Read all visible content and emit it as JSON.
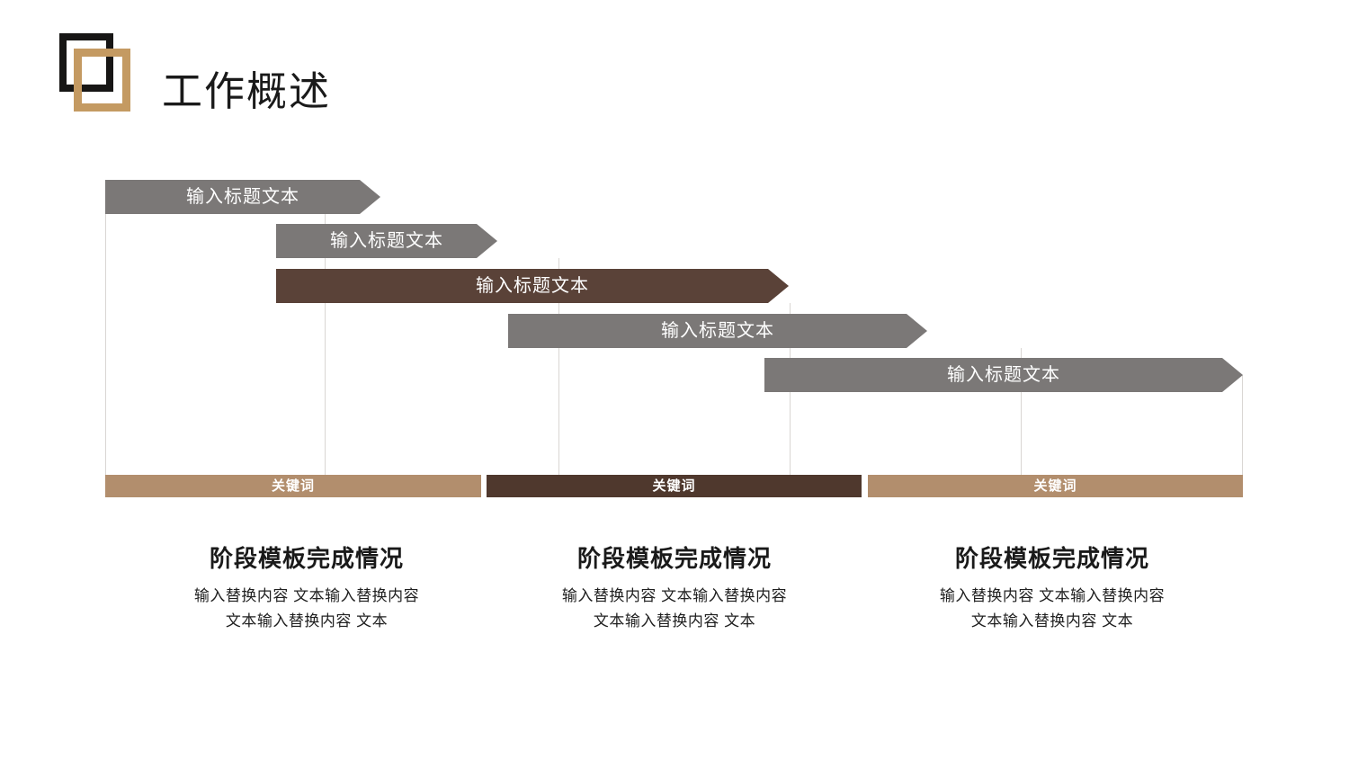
{
  "header": {
    "title": "工作概述"
  },
  "colors": {
    "gray": "#7b7877",
    "brown": "#5a4238",
    "tan": "#b28e6d",
    "dark_brown": "#4f382d",
    "gold": "#c49a62",
    "grid": "#d9d6d3"
  },
  "gantt": {
    "arrows": [
      {
        "label": "输入标题文本",
        "color": "gray"
      },
      {
        "label": "输入标题文本",
        "color": "gray"
      },
      {
        "label": "输入标题文本",
        "color": "brown"
      },
      {
        "label": "输入标题文本",
        "color": "gray"
      },
      {
        "label": "输入标题文本",
        "color": "gray"
      }
    ],
    "keywords": [
      {
        "label": "关键词",
        "color": "tan"
      },
      {
        "label": "关键词",
        "color": "dark_brown"
      },
      {
        "label": "关键词",
        "color": "tan"
      }
    ]
  },
  "sections": [
    {
      "heading": "阶段模板完成情况",
      "body_lines": [
        "输入替换内容 文本输入替换内容",
        "文本输入替换内容 文本"
      ]
    },
    {
      "heading": "阶段模板完成情况",
      "body_lines": [
        "输入替换内容 文本输入替换内容",
        "文本输入替换内容 文本"
      ]
    },
    {
      "heading": "阶段模板完成情况",
      "body_lines": [
        "输入替换内容 文本输入替换内容",
        "文本输入替换内容 文本"
      ]
    }
  ]
}
